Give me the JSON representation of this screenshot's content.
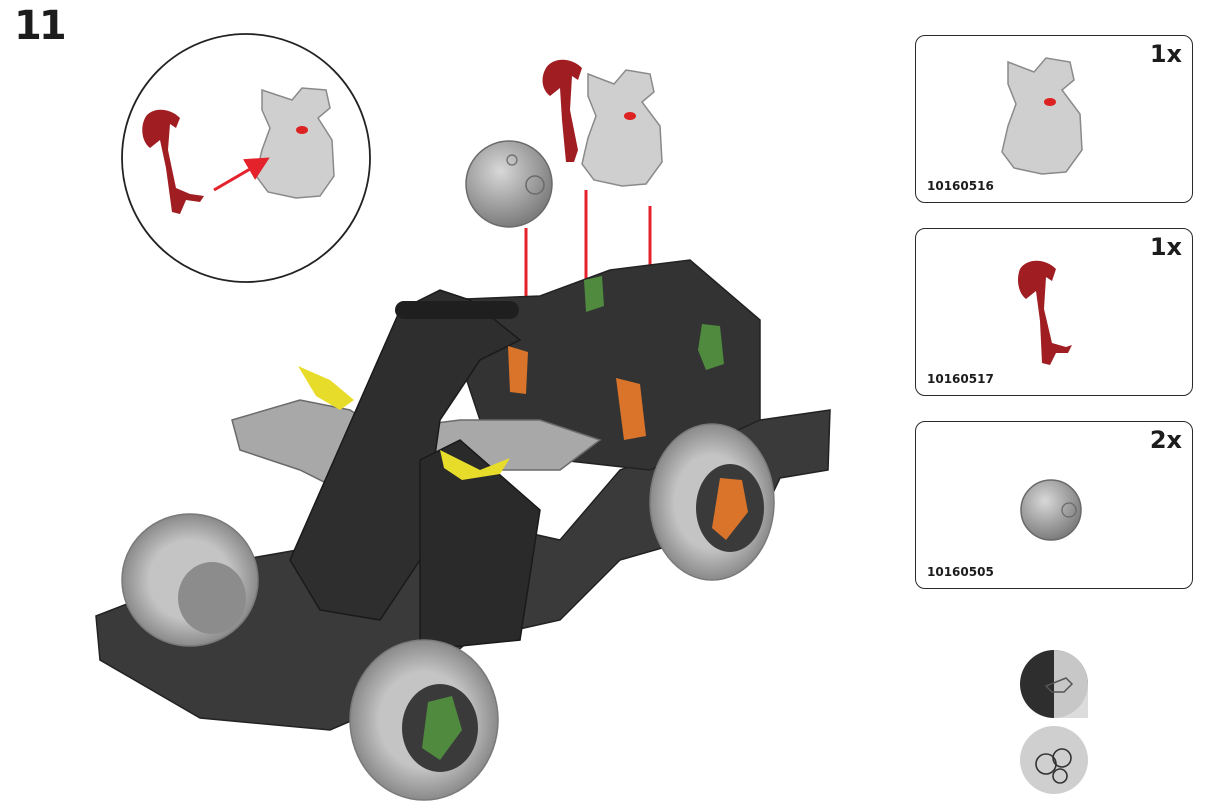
{
  "step": {
    "number": "11"
  },
  "parts": [
    {
      "quantity": "1x",
      "code": "10160516",
      "icon": "gargoyle-figure-icon"
    },
    {
      "quantity": "1x",
      "code": "10160517",
      "icon": "red-axe-icon"
    },
    {
      "quantity": "2x",
      "code": "10160505",
      "icon": "gray-ball-icon"
    }
  ],
  "hints": [
    {
      "icon": "detail-zoom-icon"
    },
    {
      "icon": "balls-zoom-icon"
    }
  ],
  "colors": {
    "kart_body": "#3a3a3a",
    "tire": "#b0b0b0",
    "accent_red": "#a01d22",
    "arrow_red": "#e4222b",
    "orange": "#d9742a",
    "yellow": "#e8dc2a",
    "green": "#4f8a3f"
  }
}
